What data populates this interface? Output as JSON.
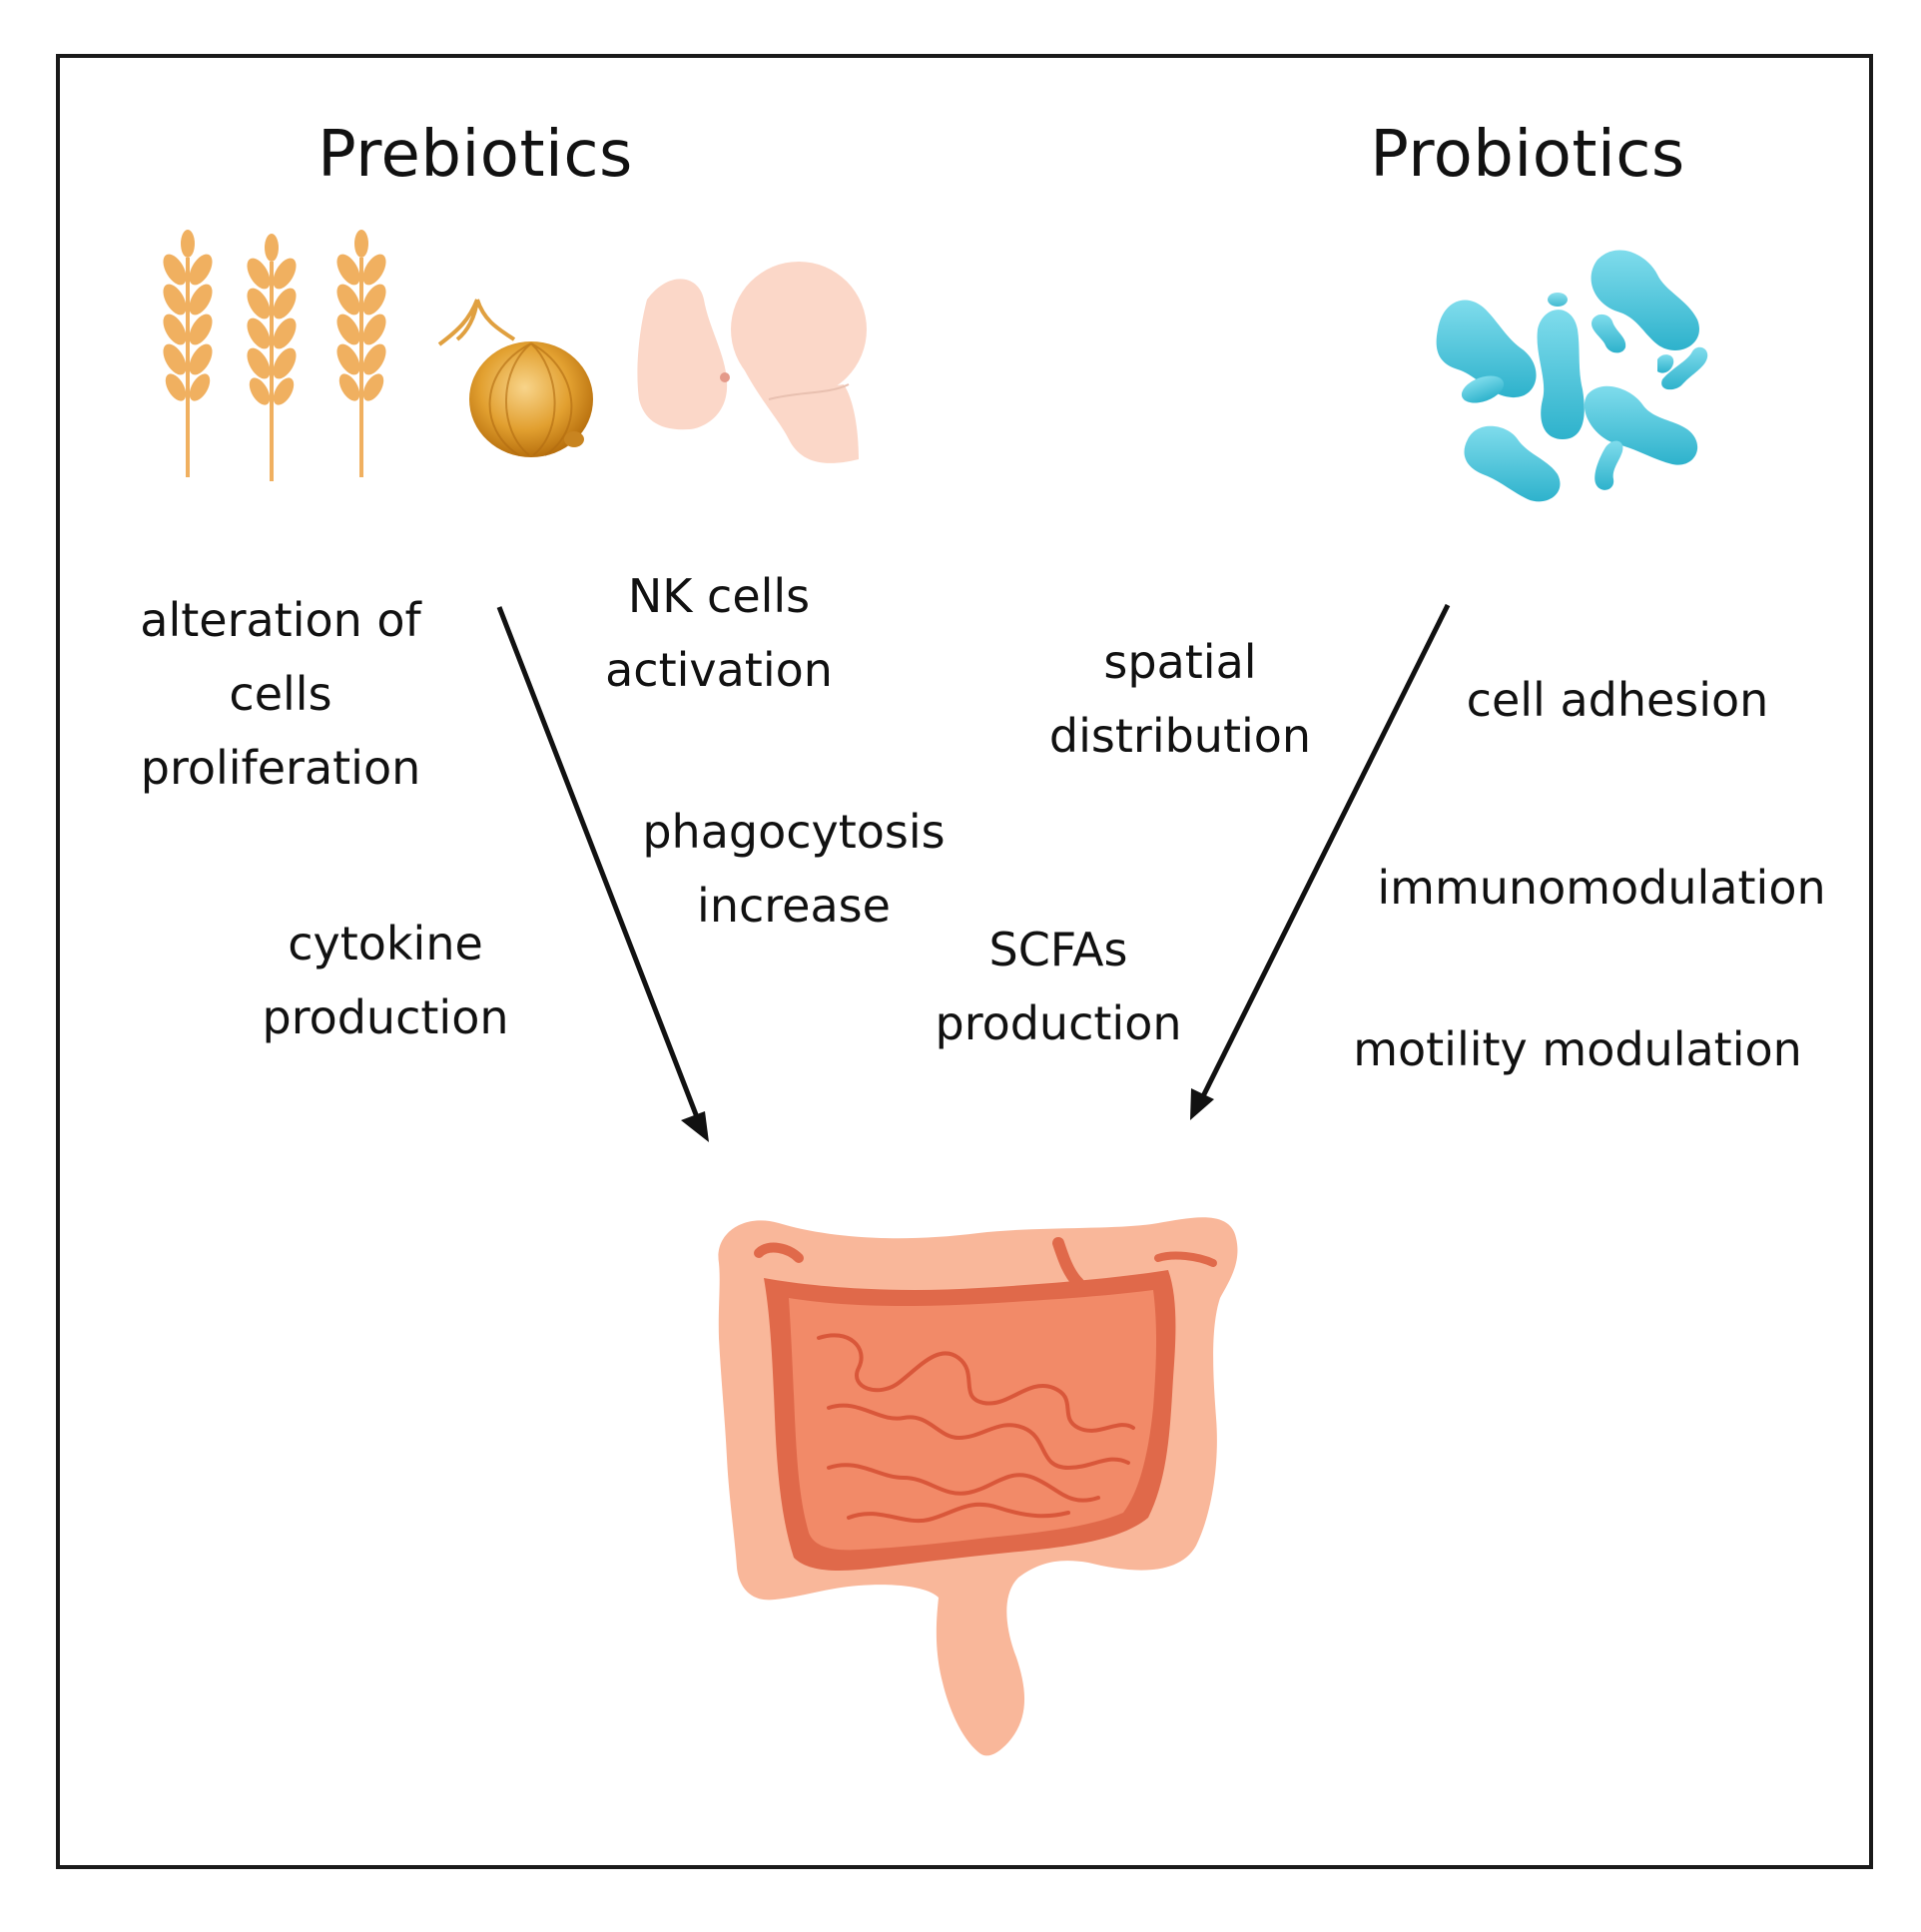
{
  "headings": {
    "prebiotics": "Prebiotics",
    "probiotics": "Probiotics"
  },
  "prebiotic_effects": {
    "alteration": [
      "alteration of",
      "cells",
      "proliferation"
    ],
    "nk": [
      "NK cells",
      "activation"
    ],
    "phagocytosis": [
      "phagocytosis",
      "increase"
    ],
    "cytokine": [
      "cytokine",
      "production"
    ]
  },
  "probiotic_effects": {
    "spatial": [
      "spatial",
      "distribution"
    ],
    "scfas": [
      "SCFAs",
      "production"
    ],
    "adhesion": "cell adhesion",
    "immuno": "immunomodulation",
    "motility": "motility modulation"
  },
  "icons": [
    "wheat-icon",
    "onion-icon",
    "breastfeeding-icon",
    "bacteria-icon",
    "intestine-icon",
    "arrow-icon"
  ],
  "colors": {
    "wheat": "#f0b060",
    "onion": "#d8901c",
    "skin": "#fbd7c8",
    "bacteria": "#40c0d8",
    "colon": "#f9b79a",
    "small_intestine": "#f08562",
    "intestine_line": "#d9573a",
    "arrow": "#111111"
  }
}
